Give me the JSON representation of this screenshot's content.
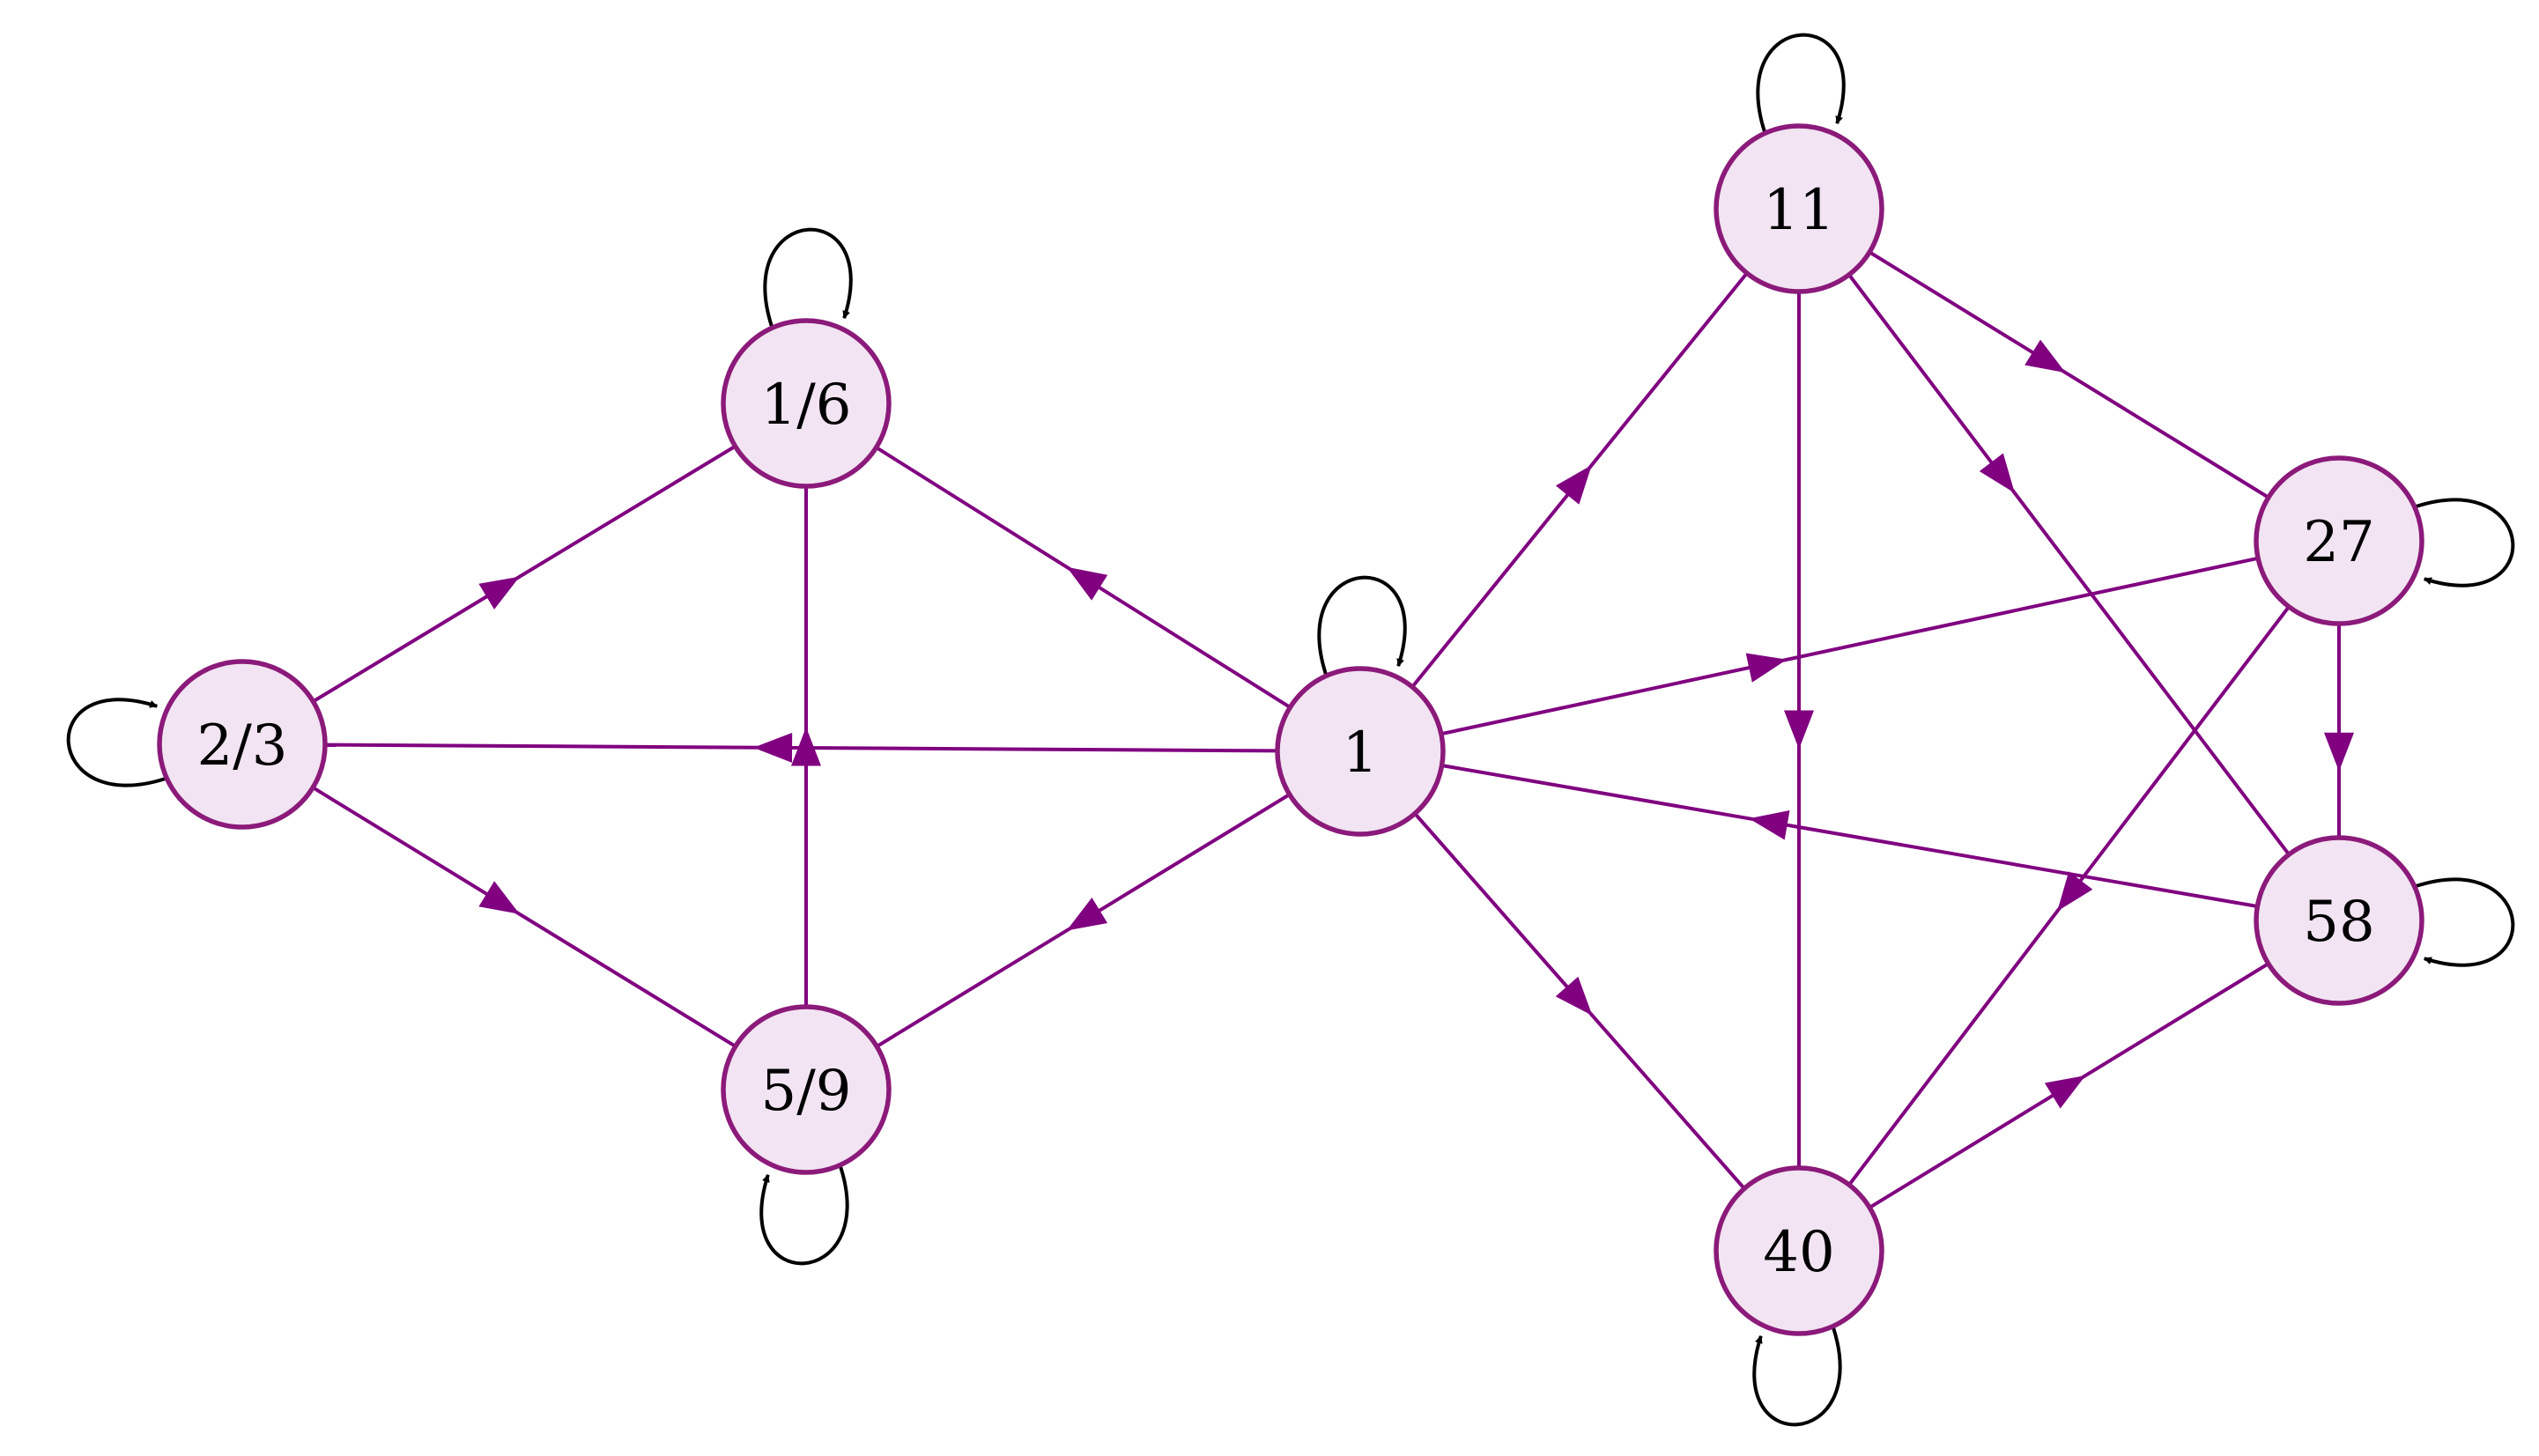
{
  "colors": {
    "edge": "#800080",
    "node_fill": "#f2e4f2",
    "node_stroke": "#8b1a7a",
    "self_loop": "#000000",
    "background": "#ffffff"
  },
  "nodes": [
    {
      "id": "one_sixth",
      "label": "1/6"
    },
    {
      "id": "two_thirds",
      "label": "2/3"
    },
    {
      "id": "five_ninths",
      "label": "5/9"
    },
    {
      "id": "one",
      "label": "1"
    },
    {
      "id": "eleven",
      "label": "11"
    },
    {
      "id": "twenty_seven",
      "label": "27"
    },
    {
      "id": "fifty_eight",
      "label": "58"
    },
    {
      "id": "forty",
      "label": "40"
    }
  ],
  "edges": [
    {
      "from": "two_thirds",
      "to": "one_sixth"
    },
    {
      "from": "two_thirds",
      "to": "five_ninths"
    },
    {
      "from": "one",
      "to": "one_sixth"
    },
    {
      "from": "one",
      "to": "five_ninths"
    },
    {
      "from": "one",
      "to": "two_thirds"
    },
    {
      "from": "five_ninths",
      "to": "one_sixth"
    },
    {
      "from": "one",
      "to": "eleven"
    },
    {
      "from": "one",
      "to": "forty"
    },
    {
      "from": "one",
      "to": "twenty_seven"
    },
    {
      "from": "fifty_eight",
      "to": "one"
    },
    {
      "from": "eleven",
      "to": "twenty_seven"
    },
    {
      "from": "eleven",
      "to": "fifty_eight"
    },
    {
      "from": "eleven",
      "to": "forty"
    },
    {
      "from": "twenty_seven",
      "to": "fifty_eight"
    },
    {
      "from": "twenty_seven",
      "to": "forty"
    },
    {
      "from": "forty",
      "to": "fifty_eight"
    }
  ],
  "self_loops": [
    "one_sixth",
    "two_thirds",
    "five_ninths",
    "one",
    "eleven",
    "twenty_seven",
    "fifty_eight",
    "forty"
  ]
}
